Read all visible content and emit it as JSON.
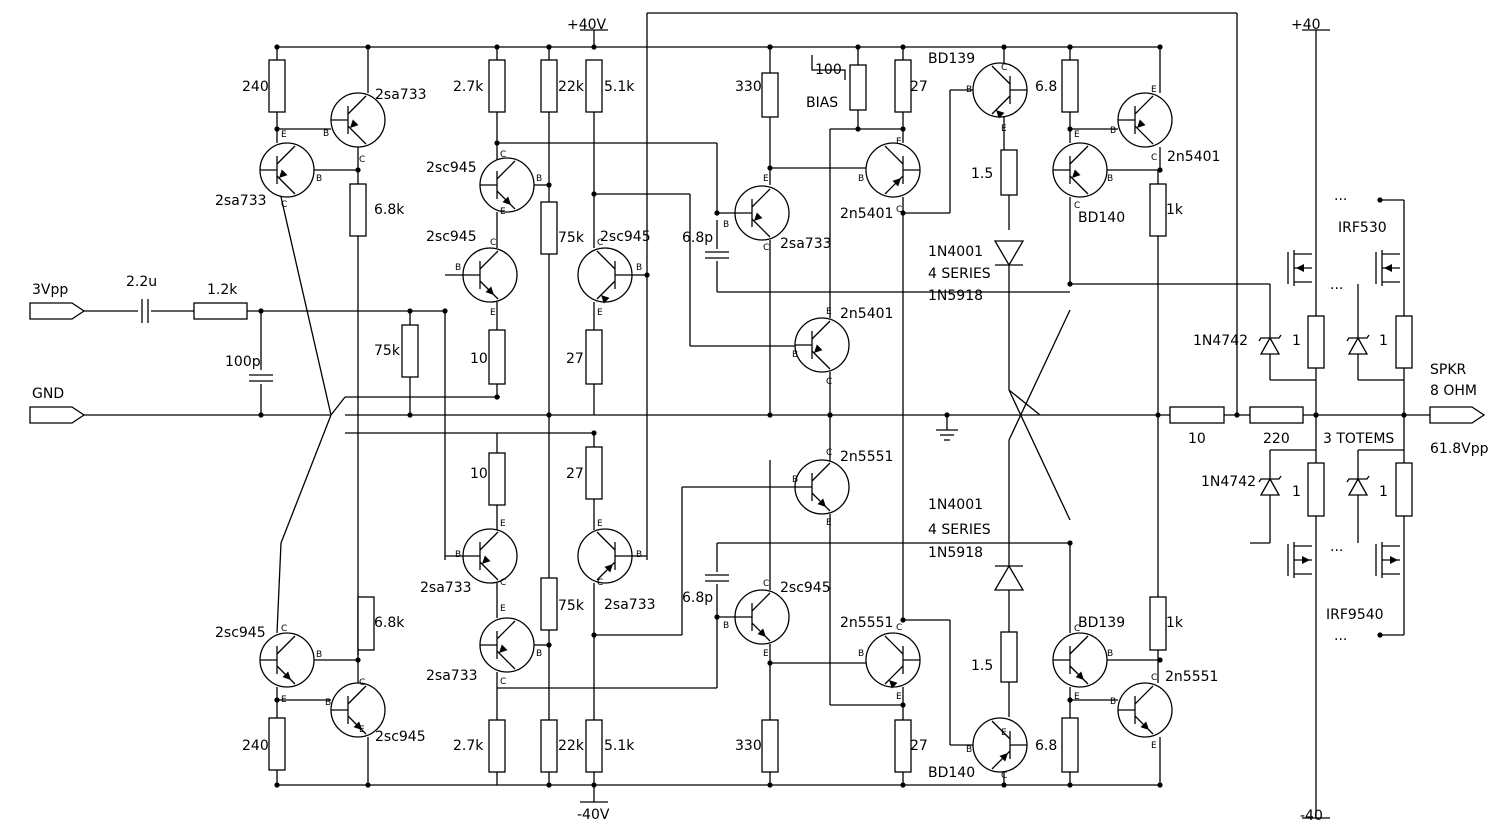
{
  "rails": {
    "pos": "+40V",
    "neg": "-40V",
    "out_pos": "+40",
    "out_neg": "-40"
  },
  "ports": {
    "input": "3Vpp",
    "gnd": "GND",
    "speaker": "SPKR",
    "speaker_imp": "8 OHM",
    "out_swing": "61.8Vpp"
  },
  "input_parts": {
    "cap": "2.2u",
    "res": "1.2k",
    "shunt_cap": "100p"
  },
  "res": {
    "r240": "240",
    "r68k": "6.8k",
    "r27k": "2.7k",
    "r22k": "22k",
    "r51k": "5.1k",
    "r75k": "75k",
    "r10": "10",
    "r27": "27",
    "r330": "330",
    "r100": "100",
    "r15": "1.5",
    "r68": "6.8",
    "r1k": "1k",
    "r220": "220",
    "r1": "1"
  },
  "labels": {
    "bias": "BIAS",
    "comp_cap": "6.8p",
    "diode_top": [
      "1N4001",
      "4 SERIES",
      "1N5918"
    ],
    "zener": "1N4742",
    "totems": "3 TOTEMS",
    "nmos": "IRF530",
    "pmos": "IRF9540",
    "ellipsis": "..."
  },
  "transistors": {
    "sa733": "2sa733",
    "sc945": "2sc945",
    "n5401": "2n5401",
    "n5551": "2n5551",
    "bd139": "BD139",
    "bd140": "BD140"
  },
  "pins": {
    "b": "B",
    "c": "C",
    "e": "E"
  }
}
